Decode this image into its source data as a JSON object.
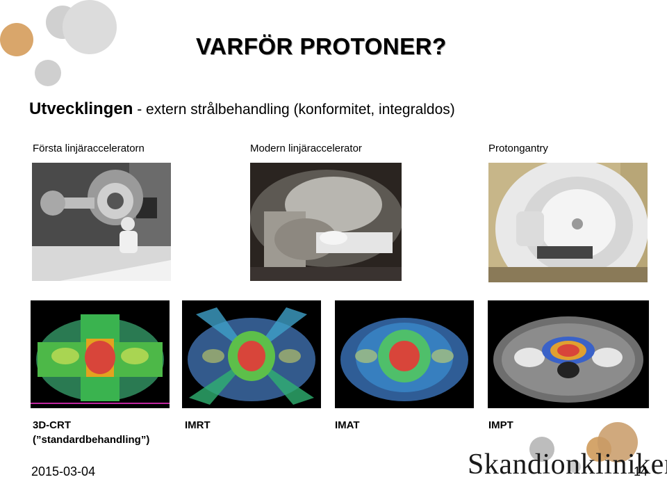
{
  "slide": {
    "title": "VARFÖR PROTONER?",
    "subtitle_bold": "Utvecklingen",
    "subtitle_rest": " - extern strålbehandling (konformitet, integraldos)"
  },
  "photos": [
    {
      "caption": "Första linjäracceleratorn"
    },
    {
      "caption": "Modern linjäraccelerator"
    },
    {
      "caption": "Protongantry"
    }
  ],
  "scans": [
    {
      "label_line1": "3D-CRT",
      "label_line2": "(”standardbehandling”)"
    },
    {
      "label_line1": "IMRT",
      "label_line2": ""
    },
    {
      "label_line1": "IMAT",
      "label_line2": ""
    },
    {
      "label_line1": "IMPT",
      "label_line2": ""
    }
  ],
  "footer": {
    "date": "2015-03-04",
    "logo": "Skandionkliniken",
    "page": "14"
  },
  "colors": {
    "decor_orange": "#d9a66b",
    "decor_gray": "#c8c8c8"
  }
}
